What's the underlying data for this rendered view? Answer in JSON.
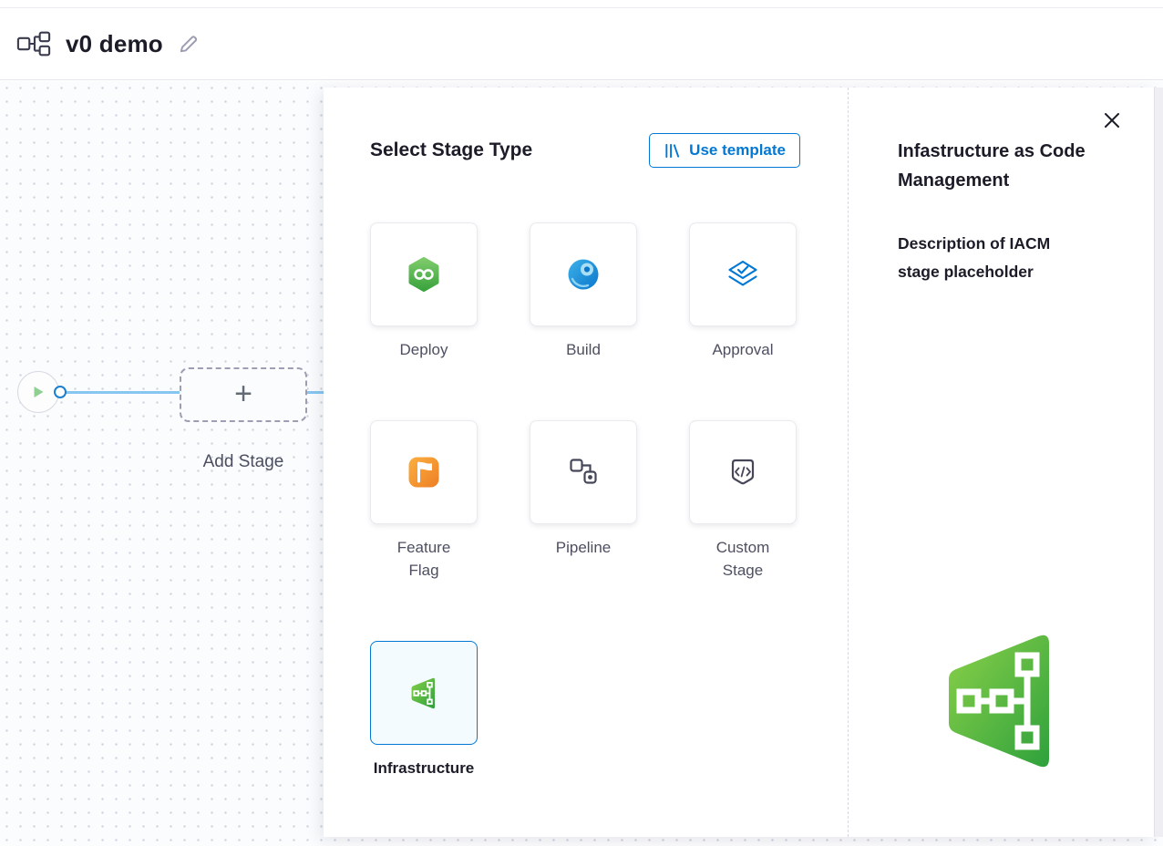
{
  "header": {
    "title": "v0 demo",
    "pipeline_icon": "pipeline-graph-icon",
    "edit_icon": "pencil-icon"
  },
  "canvas": {
    "plus": "+",
    "add_stage_label": "Add Stage",
    "start_icon": "play-icon"
  },
  "stage_selector": {
    "title": "Select Stage Type",
    "use_template_label": "Use template",
    "use_template_icon": "template-library-icon",
    "stages": [
      {
        "label": "Deploy",
        "icon": "deploy-cd-icon",
        "selected": false
      },
      {
        "label": "Build",
        "icon": "build-ci-icon",
        "selected": false
      },
      {
        "label": "Approval",
        "icon": "approval-icon",
        "selected": false
      },
      {
        "label": "Feature Flag",
        "icon": "feature-flag-icon",
        "selected": false
      },
      {
        "label": "Pipeline",
        "icon": "pipeline-chained-icon",
        "selected": false
      },
      {
        "label": "Custom Stage",
        "icon": "custom-stage-icon",
        "selected": false
      },
      {
        "label": "Infrastructure",
        "icon": "iacm-icon",
        "selected": true
      }
    ]
  },
  "details_panel": {
    "title": "Infastructure as Code Management",
    "description": "Description of IACM stage placeholder",
    "logo_icon": "iacm-logo",
    "close_icon": "close-icon"
  },
  "colors": {
    "accent": "#0278d5",
    "green": "#42ab45",
    "orange": "#f5862a",
    "connector": "#86c6f1"
  }
}
